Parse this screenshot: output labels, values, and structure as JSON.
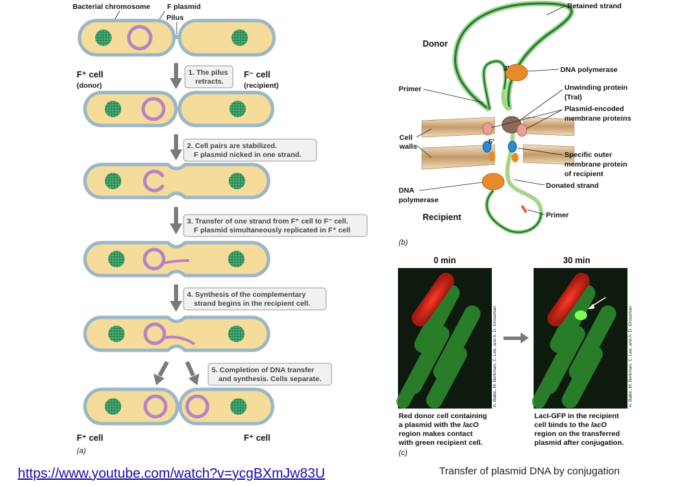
{
  "panel_a": {
    "labels": {
      "bacterial_chromosome": "Bacterial chromosome",
      "f_plasmid": "F plasmid",
      "pilus": "Pilus",
      "f_plus_cell": "F⁺ cell",
      "donor": "(donor)",
      "f_minus_cell": "F⁻ cell",
      "recipient": "(recipient)",
      "f_plus_left": "F⁺ cell",
      "f_plus_right": "F⁺ cell",
      "panel_letter": "(a)"
    },
    "steps": [
      {
        "num": "1.",
        "lines": [
          "The pilus",
          "retracts."
        ]
      },
      {
        "num": "2.",
        "lines": [
          "Cell pairs are stabilized.",
          "F plasmid nicked in one strand."
        ]
      },
      {
        "num": "3.",
        "lines": [
          "Transfer of one strand from F⁺ cell to F⁻ cell.",
          "F plasmid simultaneously replicated in F⁺ cell"
        ]
      },
      {
        "num": "4.",
        "lines": [
          "Synthesis of the complementary",
          "strand begins in the recipient cell."
        ]
      },
      {
        "num": "5.",
        "lines": [
          "Completion of DNA transfer",
          "and synthesis. Cells separate."
        ]
      }
    ]
  },
  "panel_b": {
    "labels": {
      "retained_strand": "Retained strand",
      "donor": "Donor",
      "three_prime": "3′",
      "dna_polymerase_top": "DNA polymerase",
      "primer_left": "Primer",
      "unwinding_protein_1": "Unwinding protein",
      "unwinding_protein_2": "(TraI)",
      "plasmid_encoded_1": "Plasmid-encoded",
      "plasmid_encoded_2": "membrane proteins",
      "cell_walls_1": "Cell",
      "cell_walls_2": "walls",
      "five_prime": "5′",
      "outer_membrane_1": "Specific outer",
      "outer_membrane_2": "membrane protein",
      "outer_membrane_3": "of recipient",
      "donated_strand": "Donated strand",
      "dna_polymerase_bottom_1": "DNA",
      "dna_polymerase_bottom_2": "polymerase",
      "recipient": "Recipient",
      "primer_right": "Primer",
      "panel_letter": "(b)"
    }
  },
  "panel_c": {
    "time_left": "0 min",
    "time_right": "30 min",
    "credit": "A. Babic, M. Berkman, C. Lee, and A. D. Grossman",
    "caption_left": [
      "Red donor cell containing",
      "a plasmid with the",
      "region makes contact",
      "with green recipient cell."
    ],
    "caption_left_italic": "lacO",
    "caption_right": [
      "LacI-GFP in the recipient",
      "cell binds to the",
      "region on the transferred",
      "plasmid after conjugation."
    ],
    "caption_right_italic": "lacO",
    "panel_letter": "(c)"
  },
  "footer": {
    "link": "https://www.youtube.com/watch?v=ycgBXmJw83U",
    "title": "Transfer of plasmid DNA by conjugation"
  },
  "colors": {
    "cell_fill": "#f6dc9b",
    "cell_wall": "#9bb7c6",
    "chromosome": "#2f8f5a",
    "plasmid": "#b784c0",
    "arrow": "#7a7a7a",
    "strand_light": "#a6d58a",
    "strand_dark": "#1d7a3c",
    "polymerase": "#e98a2a",
    "primer": "#e8641c",
    "link": "#1a0dab"
  }
}
